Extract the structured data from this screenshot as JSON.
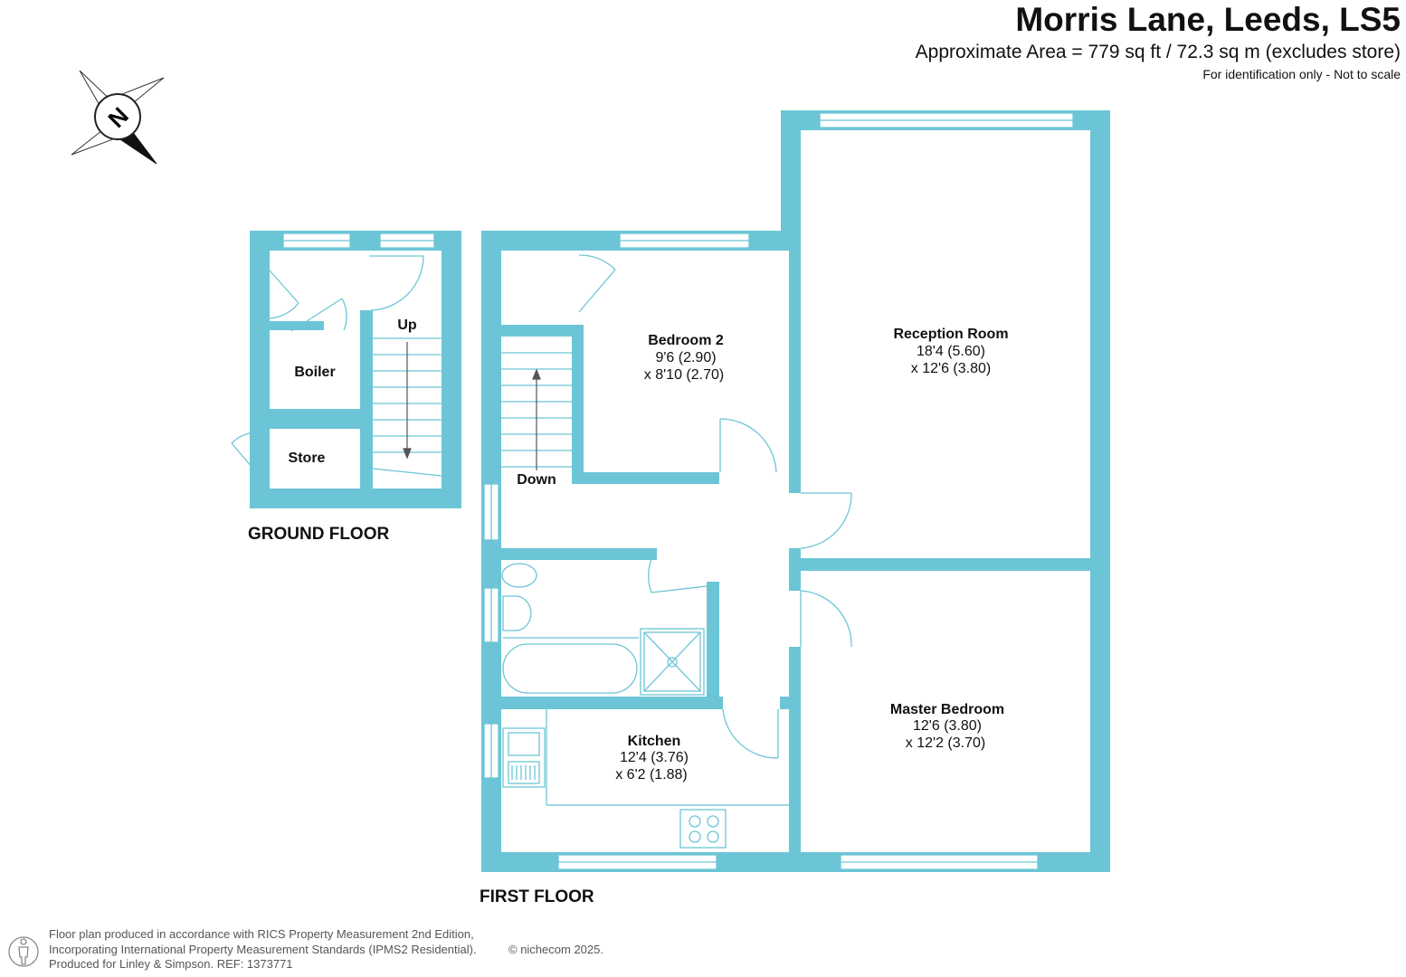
{
  "header": {
    "title": "Morris Lane, Leeds, LS5",
    "area": "Approximate Area = 779 sq ft / 72.3 sq m (excludes store)",
    "note": "For identification only - Not to scale"
  },
  "compass": {
    "letter": "N",
    "icon": "compass-north-icon"
  },
  "floors": {
    "ground": "GROUND FLOOR",
    "first": "FIRST FLOOR"
  },
  "rooms": {
    "boiler": {
      "name": "Boiler"
    },
    "store": {
      "name": "Store"
    },
    "stairs_up": {
      "name": "Up"
    },
    "stairs_down": {
      "name": "Down"
    },
    "bedroom2": {
      "name": "Bedroom 2",
      "dim1": "9'6 (2.90)",
      "dim2": "x 8'10 (2.70)"
    },
    "reception": {
      "name": "Reception Room",
      "dim1": "18'4 (5.60)",
      "dim2": "x 12'6 (3.80)"
    },
    "master": {
      "name": "Master Bedroom",
      "dim1": "12'6 (3.80)",
      "dim2": "x 12'2 (3.70)"
    },
    "kitchen": {
      "name": "Kitchen",
      "dim1": "12'4 (3.76)",
      "dim2": "x 6'2 (1.88)"
    }
  },
  "footer": {
    "line1": "Floor plan produced in accordance with RICS Property Measurement 2nd Edition,",
    "line2": "Incorporating International Property Measurement Standards (IPMS2 Residential).",
    "line3": "Produced for Linley & Simpson.   REF: 1373771",
    "copyright": "© nichecom 2025."
  },
  "colors": {
    "wall": "#6cc5d6",
    "line": "#6cc5d6",
    "text": "#111111"
  }
}
